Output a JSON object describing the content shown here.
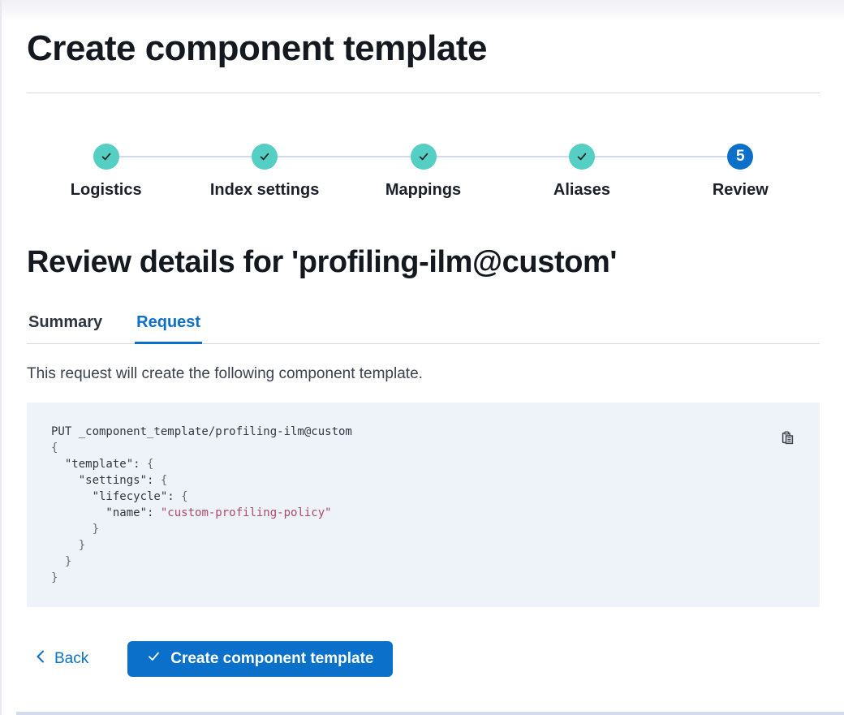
{
  "page": {
    "title": "Create component template",
    "review_heading": "Review details for 'profiling-ilm@custom'",
    "request_description": "This request will create the following component template."
  },
  "stepper": {
    "steps": [
      {
        "label": "Logistics",
        "status": "complete",
        "icon": "check-icon"
      },
      {
        "label": "Index settings",
        "status": "complete",
        "icon": "check-icon"
      },
      {
        "label": "Mappings",
        "status": "complete",
        "icon": "check-icon"
      },
      {
        "label": "Aliases",
        "status": "complete",
        "icon": "check-icon"
      },
      {
        "label": "Review",
        "status": "current",
        "number": "5"
      }
    ]
  },
  "tabs": [
    {
      "label": "Summary",
      "selected": false
    },
    {
      "label": "Request",
      "selected": true
    }
  ],
  "code_block": {
    "copy_icon": "copy-clipboard-icon",
    "lines": [
      [
        [
          "plain",
          "PUT _component_template/profiling-ilm@custom"
        ]
      ],
      [
        [
          "punct",
          "{"
        ]
      ],
      [
        [
          "key",
          "  \"template\""
        ],
        [
          "plain",
          ": "
        ],
        [
          "punct",
          "{"
        ]
      ],
      [
        [
          "key",
          "    \"settings\""
        ],
        [
          "plain",
          ": "
        ],
        [
          "punct",
          "{"
        ]
      ],
      [
        [
          "key",
          "      \"lifecycle\""
        ],
        [
          "plain",
          ": "
        ],
        [
          "punct",
          "{"
        ]
      ],
      [
        [
          "key",
          "        \"name\""
        ],
        [
          "plain",
          ": "
        ],
        [
          "string",
          "\"custom-profiling-policy\""
        ]
      ],
      [
        [
          "punct",
          "      }"
        ]
      ],
      [
        [
          "punct",
          "    }"
        ]
      ],
      [
        [
          "punct",
          "  }"
        ]
      ],
      [
        [
          "punct",
          "}"
        ]
      ]
    ]
  },
  "footer": {
    "back_label": "Back",
    "back_icon": "chevron-left-icon",
    "create_label": "Create component template",
    "create_icon": "check-icon"
  },
  "colors": {
    "step_complete_teal": "#55CEC3",
    "primary_blue": "#0B70C9",
    "code_background": "#EEF2F9",
    "code_string_pink": "#AA4B69",
    "divider_gray": "#D3DAE6"
  }
}
